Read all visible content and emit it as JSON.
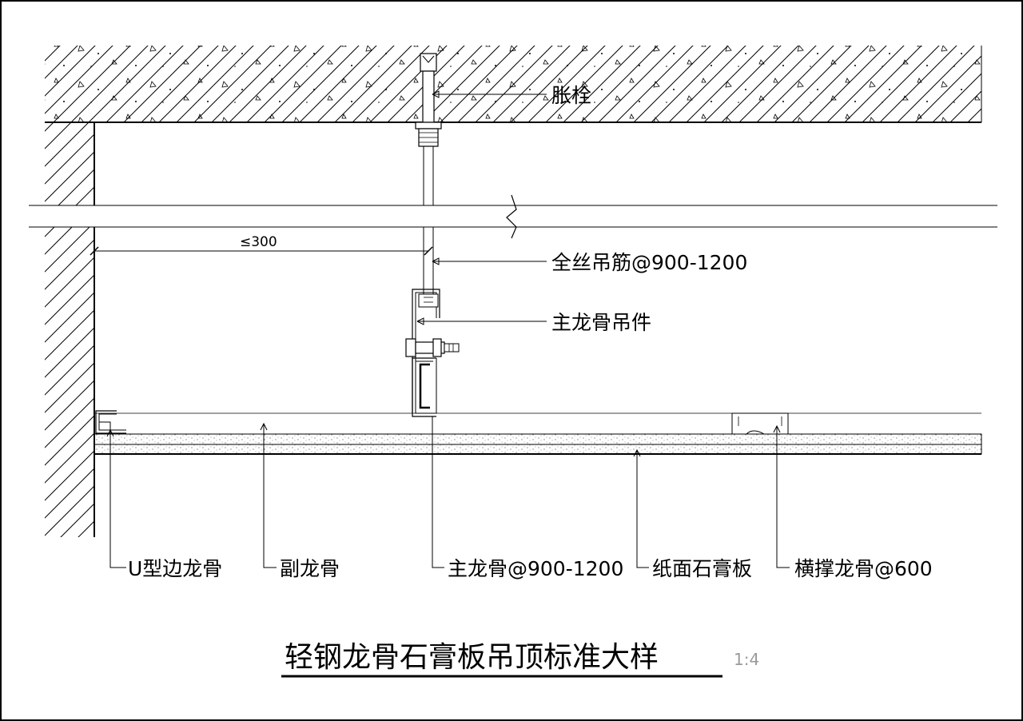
{
  "drawing": {
    "title": "轻钢龙骨石膏板吊顶标准大样",
    "scale": "1:4",
    "dimension_label": "≤300",
    "labels": {
      "expansion_bolt": "胀栓",
      "hanger_rod": "全丝吊筋@900-1200",
      "main_runner_hanger": "主龙骨吊件",
      "u_edge_runner": "U型边龙骨",
      "secondary_runner": "副龙骨",
      "main_runner": "主龙骨@900-1200",
      "gypsum_board": "纸面石膏板",
      "cross_runner": "横撑龙骨@600"
    }
  }
}
